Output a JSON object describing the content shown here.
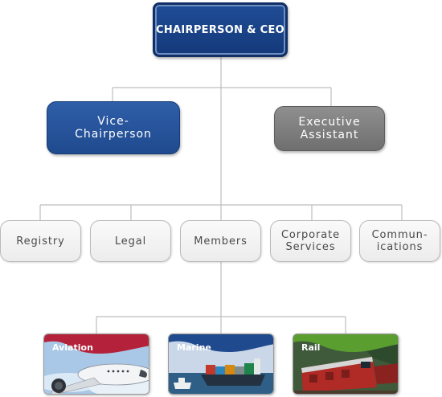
{
  "chart_title": "",
  "nodes": {
    "ceo": "CHAIRPERSON & CEO",
    "vice_line1": "Vice-",
    "vice_line2": "Chairperson",
    "exec_line1": "Executive",
    "exec_line2": "Assistant"
  },
  "departments": [
    {
      "line1": "Registry",
      "line2": ""
    },
    {
      "line1": "Legal",
      "line2": ""
    },
    {
      "line1": "Members",
      "line2": ""
    },
    {
      "line1": "Corporate",
      "line2": "Services"
    },
    {
      "line1": "Commun-",
      "line2": "ications"
    }
  ],
  "modes": [
    {
      "label": "Aviation",
      "color": "#b3213a",
      "icon": "airplane-image"
    },
    {
      "label": "Marine",
      "color": "#1f4a8e",
      "icon": "ship-image"
    },
    {
      "label": "Rail",
      "color": "#5a9e2f",
      "icon": "train-image"
    }
  ],
  "colors": {
    "primary_blue": "#1f4a8e",
    "assistant_gray": "#7a7a7a",
    "connector": "#bdbdbd"
  }
}
